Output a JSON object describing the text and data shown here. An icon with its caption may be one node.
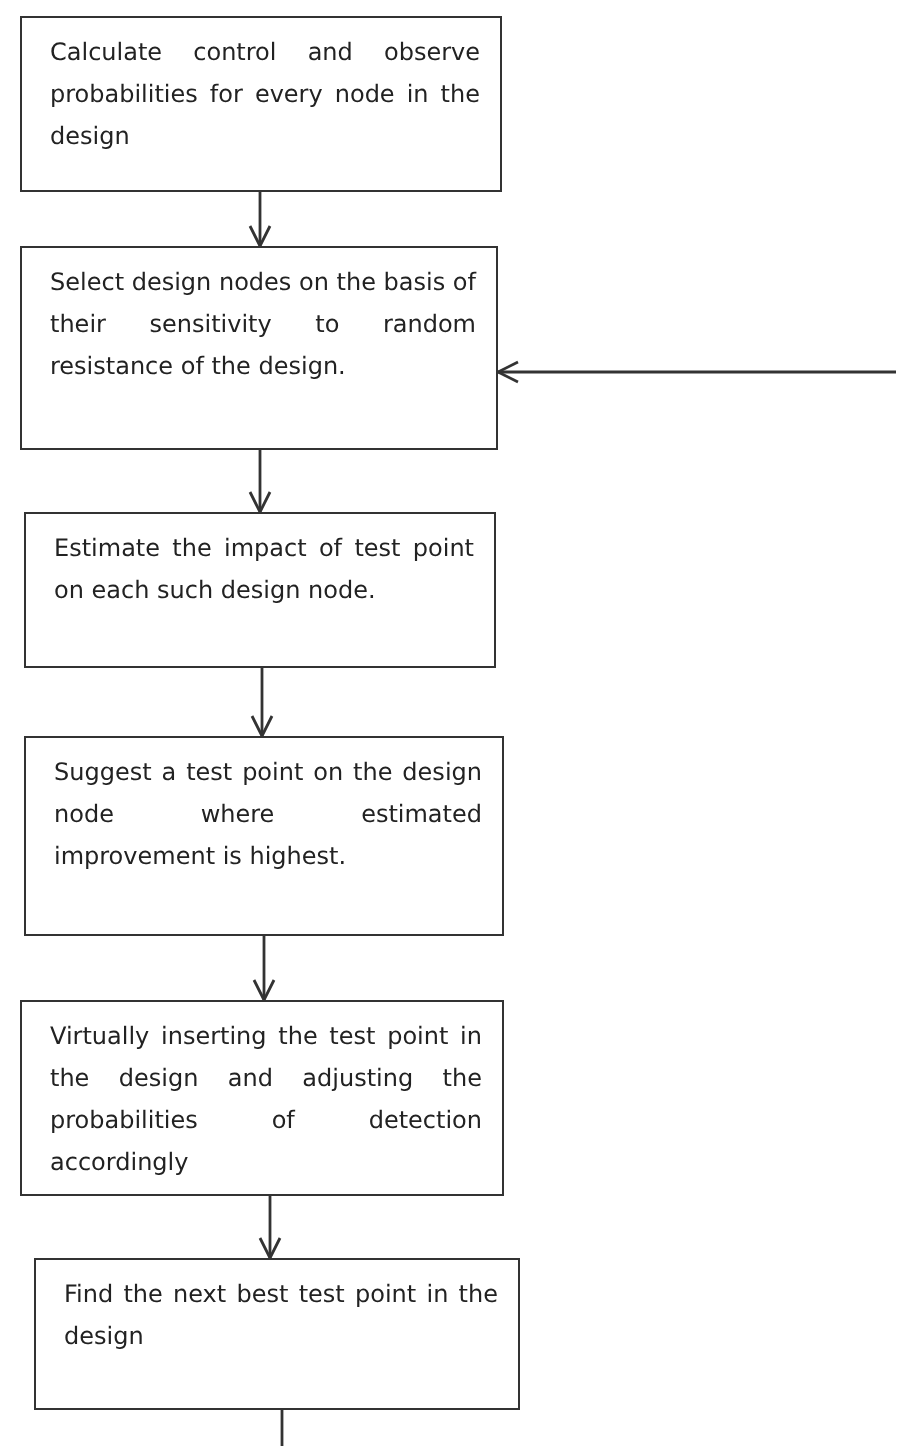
{
  "diagram": {
    "nodes": [
      {
        "text": [
          "Calculate control and observe probabilities for every node in the design"
        ]
      },
      {
        "text": [
          "Select design nodes on the basis of their sensitivity to random resistance of the design."
        ]
      },
      {
        "text": [
          "Estimate the impact of test point on each such design node."
        ]
      },
      {
        "text": [
          "Suggest a test point on the design node where estimated improvement is highest."
        ]
      },
      {
        "text": [
          "Virtually inserting the test point in the design and adjusting the probabilities of detection accordingly"
        ]
      },
      {
        "text": [
          "Find the next best test point in the design"
        ]
      }
    ],
    "edges": [
      {
        "from": 0,
        "to": 1,
        "arrow": "to"
      },
      {
        "from": 1,
        "to": 2,
        "arrow": "to"
      },
      {
        "from": 2,
        "to": 3,
        "arrow": "to"
      },
      {
        "from": 3,
        "to": 4,
        "arrow": "to"
      },
      {
        "from": 4,
        "to": 5,
        "arrow": "to"
      },
      {
        "from": null,
        "to": 1,
        "arrow": "to"
      },
      {
        "from": 5,
        "to": null,
        "arrow": "none"
      }
    ]
  }
}
